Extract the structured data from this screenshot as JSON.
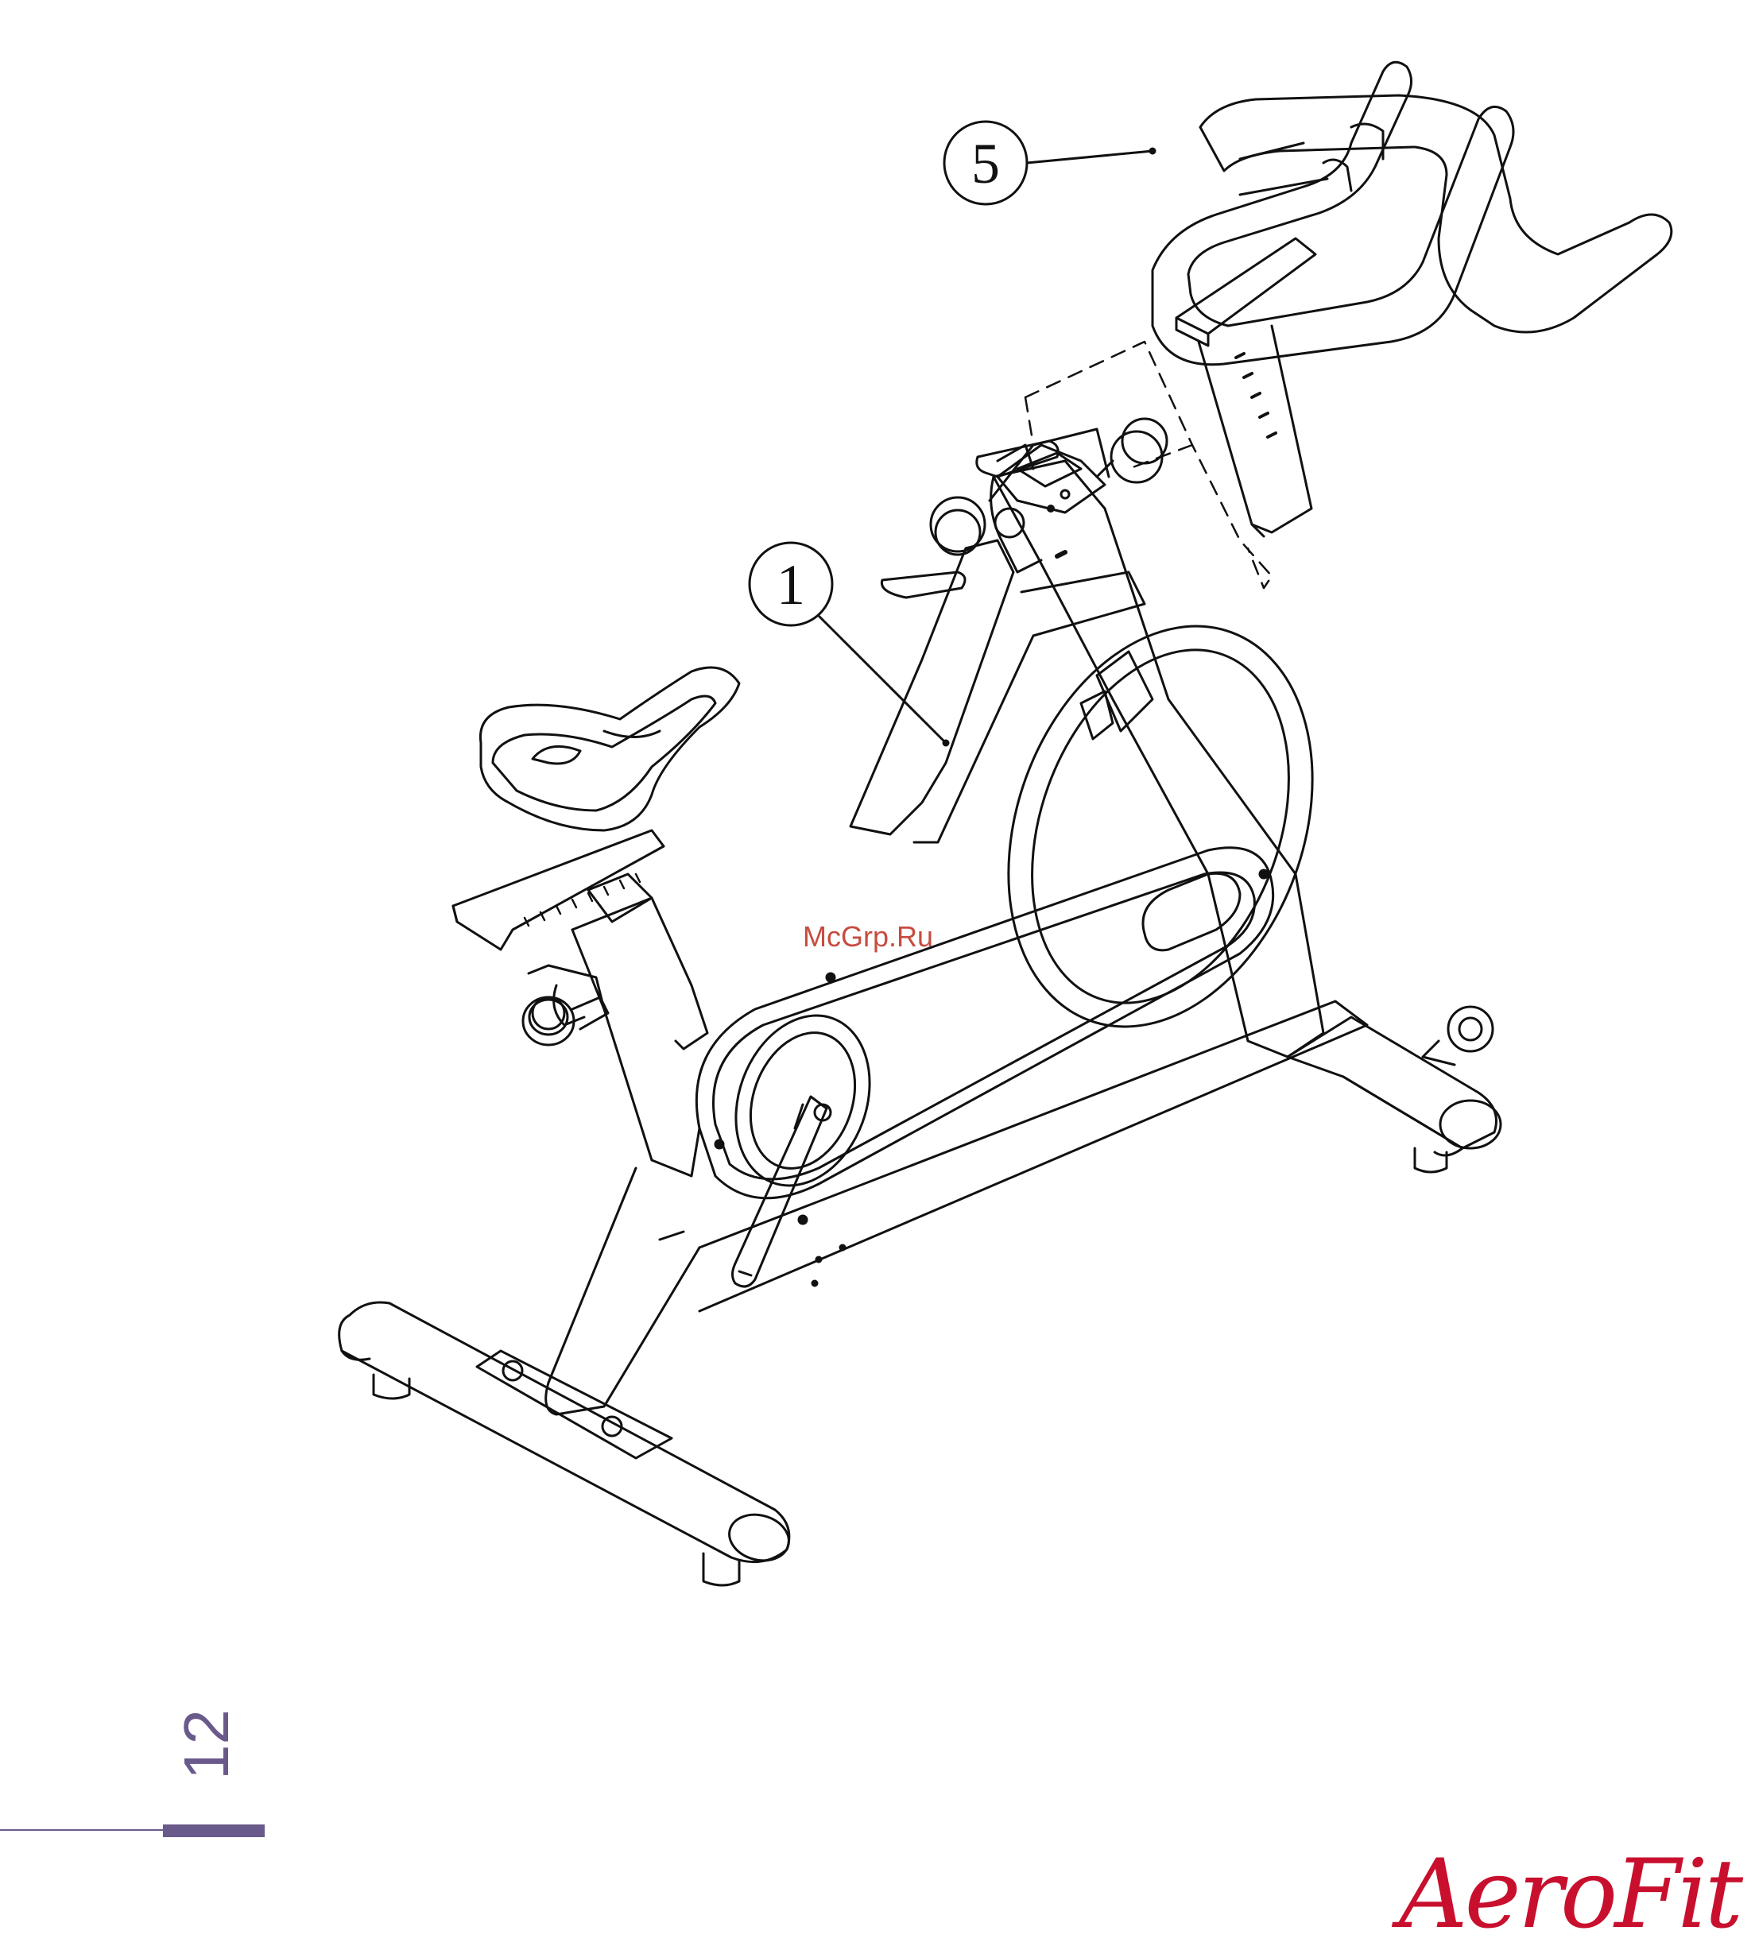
{
  "callouts": [
    {
      "id": "callout-5",
      "label": "5"
    },
    {
      "id": "callout-1",
      "label": "1"
    }
  ],
  "watermark": "McGrp.Ru",
  "page_number": "12",
  "brand": {
    "name": "AeroFit",
    "color": "#c8102e"
  },
  "accent_color": "#6a5a8c"
}
